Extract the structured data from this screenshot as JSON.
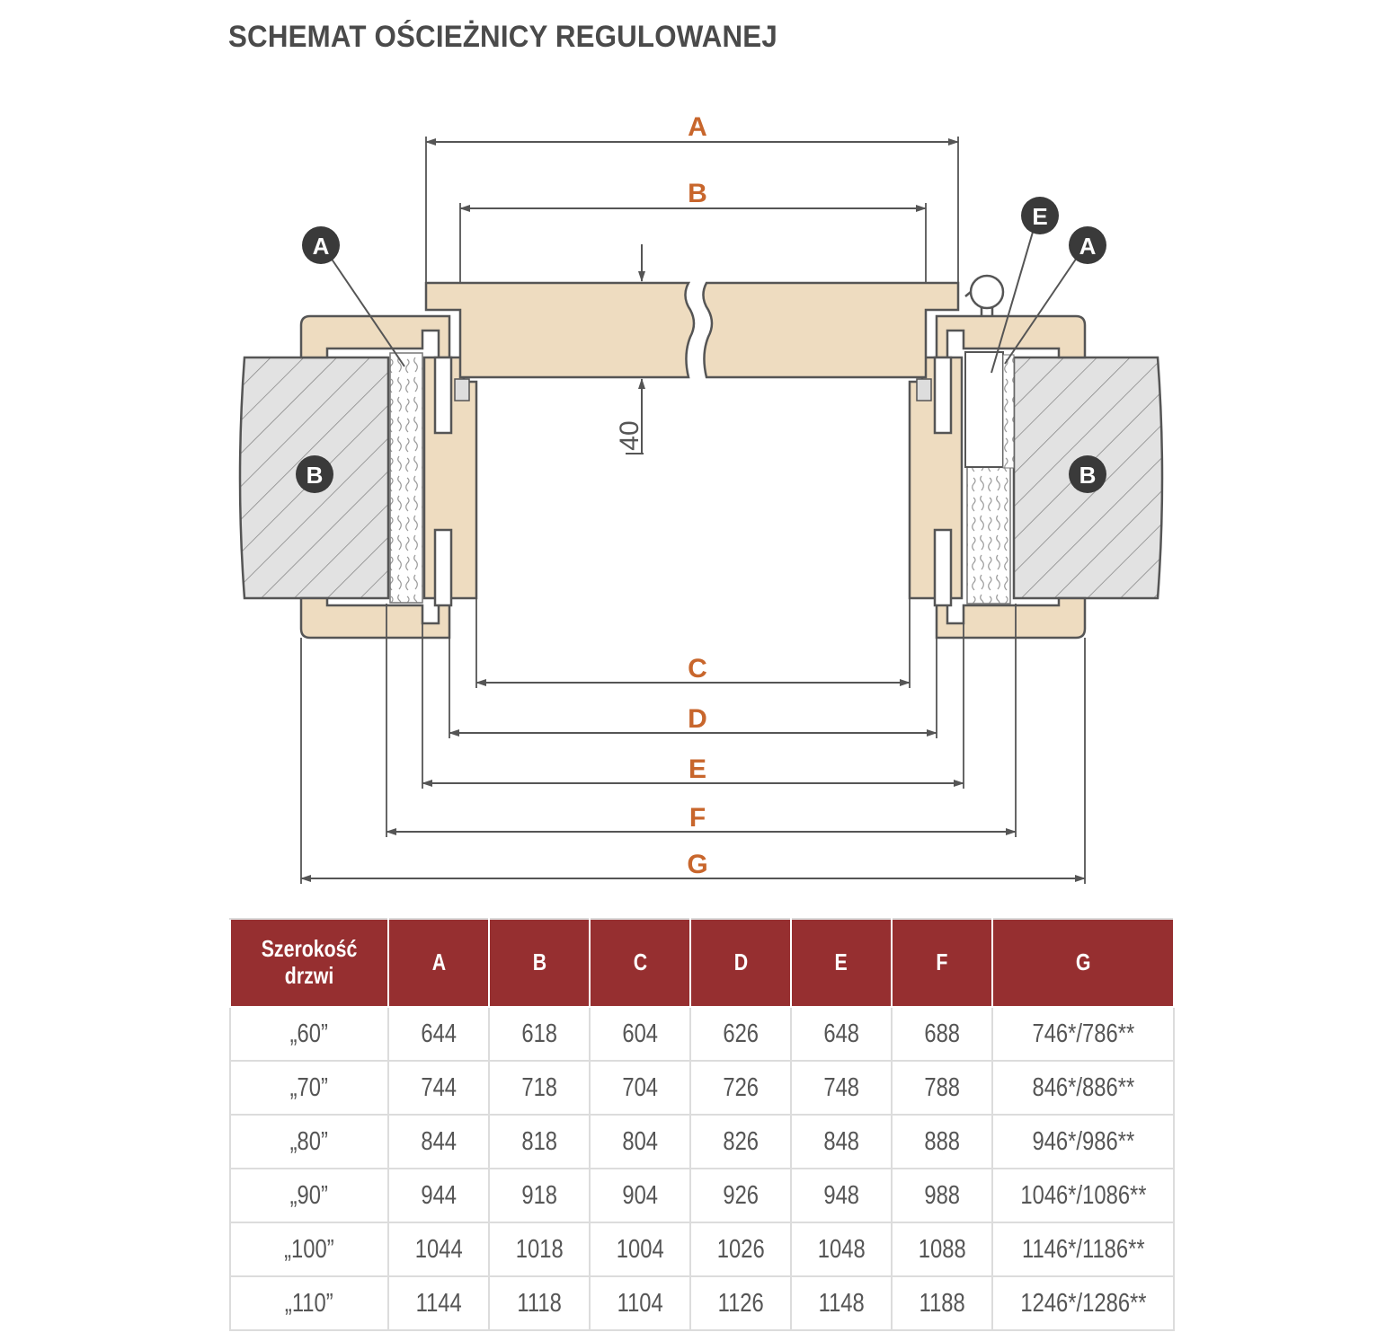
{
  "title": "SCHEMAT OŚCIEŻNICY REGULOWANEJ",
  "diagram": {
    "dimension_labels": [
      "A",
      "B",
      "C",
      "D",
      "E",
      "F",
      "G"
    ],
    "thickness_label": "40",
    "callouts": {
      "left_top": "A",
      "right_top_1": "E",
      "right_top_2": "A",
      "left_wall": "B",
      "right_wall": "B"
    },
    "colors": {
      "wood": "#eedcc0",
      "wood_stroke": "#555555",
      "accent": "#c8662c",
      "callout_fill": "#3a3a3a",
      "hatch": "#e2e2e2"
    }
  },
  "table": {
    "headers": [
      "Szerokość drzwi",
      "A",
      "B",
      "C",
      "D",
      "E",
      "F",
      "G"
    ],
    "header_color": "#962f30",
    "rows": [
      [
        "„60”",
        "644",
        "618",
        "604",
        "626",
        "648",
        "688",
        "746*/786**"
      ],
      [
        "„70”",
        "744",
        "718",
        "704",
        "726",
        "748",
        "788",
        "846*/886**"
      ],
      [
        "„80”",
        "844",
        "818",
        "804",
        "826",
        "848",
        "888",
        "946*/986**"
      ],
      [
        "„90”",
        "944",
        "918",
        "904",
        "926",
        "948",
        "988",
        "1046*/1086**"
      ],
      [
        "„100”",
        "1044",
        "1018",
        "1004",
        "1026",
        "1048",
        "1088",
        "1146*/1186**"
      ],
      [
        "„110”",
        "1144",
        "1118",
        "1104",
        "1126",
        "1148",
        "1188",
        "1246*/1286**"
      ]
    ]
  }
}
